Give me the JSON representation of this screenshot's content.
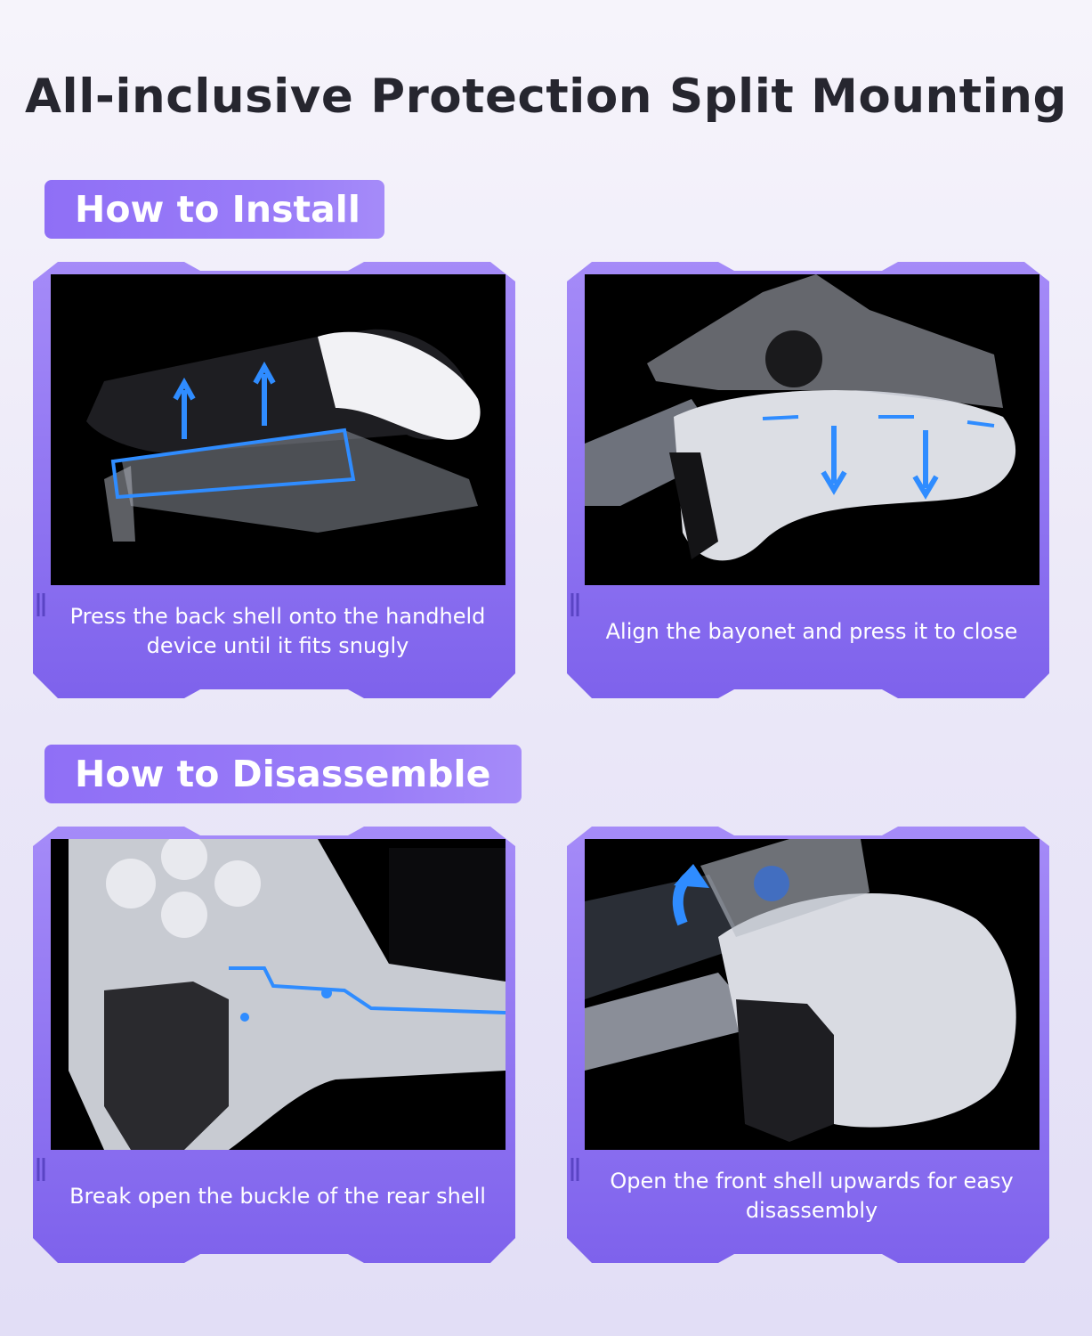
{
  "title": "All-inclusive Protection Split Mounting",
  "sections": {
    "install": "How to Install",
    "disassemble": "How to Disassemble"
  },
  "steps": [
    {
      "caption": "Press the back shell onto the handheld device until it fits snugly"
    },
    {
      "caption": "Align the bayonet and press it to close"
    },
    {
      "caption": "Break open the buckle of the rear shell"
    },
    {
      "caption": "Open the front shell upwards for easy disassembly"
    }
  ],
  "colors": {
    "accent": "#8f6ff6",
    "frame_dark": "#6f55d9",
    "highlight_blue": "#2f8cff",
    "title_text": "#26262f"
  }
}
